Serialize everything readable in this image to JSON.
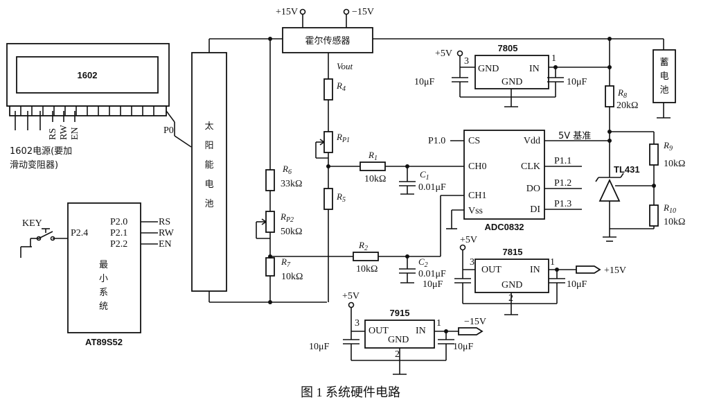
{
  "caption": "图 1   系统硬件电路",
  "lcd": {
    "name": "1602",
    "pins": {
      "rs": "RS",
      "rw": "RW",
      "en": "EN"
    },
    "power_note_line1": "1602电源(要加",
    "power_note_line2": "滑动变阻器)",
    "port": "P0"
  },
  "mcu": {
    "name": "AT89S52",
    "body_chars": [
      "最",
      "小",
      "系",
      "统"
    ],
    "pin_p24": "P2.4",
    "pin_p20": "P2.0",
    "pin_p21": "P2.1",
    "pin_p22": "P2.2",
    "rs": "RS",
    "rw": "RW",
    "en": "EN"
  },
  "key": {
    "label": "KEY"
  },
  "solar": {
    "chars": [
      "太",
      "阳",
      "能",
      "电",
      "池"
    ]
  },
  "hall": {
    "label": "霍尔传感器",
    "vout": "Vout",
    "plus": "+15V",
    "minus": "−15V"
  },
  "battery": {
    "chars": [
      "蓄",
      "电",
      "池"
    ]
  },
  "reg7805": {
    "name": "7805",
    "gnd_in": "GND",
    "gnd": "GND",
    "in": "IN",
    "pin1": "1",
    "pin3": "3",
    "supply": "+5V",
    "cap_left": "10μF",
    "cap_right": "10μF"
  },
  "adc": {
    "name": "ADC0832",
    "pins_left": [
      "CS",
      "CH0",
      "CH1",
      "Vss"
    ],
    "pins_right": [
      "Vdd",
      "CLK",
      "DO",
      "DI"
    ],
    "p10": "P1.0",
    "p11": "P1.1",
    "p12": "P1.2",
    "p13": "P1.3",
    "vref": "5V 基准"
  },
  "tl431": {
    "name": "TL431"
  },
  "resistors": {
    "r4": "R",
    "r4sub": "4",
    "rp1": "R",
    "rp1sub": "P1",
    "r1": "R",
    "r1sub": "1",
    "r1val": "10kΩ",
    "r5": "R",
    "r5sub": "5",
    "r6": "R",
    "r6sub": "6",
    "r6val": "33kΩ",
    "rp2": "R",
    "rp2sub": "P2",
    "rp2val": "50kΩ",
    "r7": "R",
    "r7sub": "7",
    "r7val": "10kΩ",
    "r2": "R",
    "r2sub": "2",
    "r2val": "10kΩ",
    "r8": "R",
    "r8sub": "8",
    "r8val": "20kΩ",
    "r9": "R",
    "r9sub": "9",
    "r9val": "10kΩ",
    "r10": "R",
    "r10sub": "10",
    "r10val": "10kΩ"
  },
  "caps": {
    "c1": "C",
    "c1sub": "1",
    "c1val": "0.01μF",
    "c2": "C",
    "c2sub": "2",
    "c2val": "0.01μF"
  },
  "reg7815": {
    "name": "7815",
    "out": "OUT",
    "gnd": "GND",
    "in": "IN",
    "pin1": "1",
    "pin2": "2",
    "pin3": "3",
    "supply": "+5V",
    "output": "+15V",
    "cap_left": "10μF",
    "cap_right": "10μF"
  },
  "reg7915": {
    "name": "7915",
    "out": "OUT",
    "gnd": "GND",
    "in": "IN",
    "pin1": "1",
    "pin2": "2",
    "pin3": "3",
    "supply": "+5V",
    "output": "−15V",
    "cap_left": "10μF",
    "cap_right": "10μF"
  }
}
